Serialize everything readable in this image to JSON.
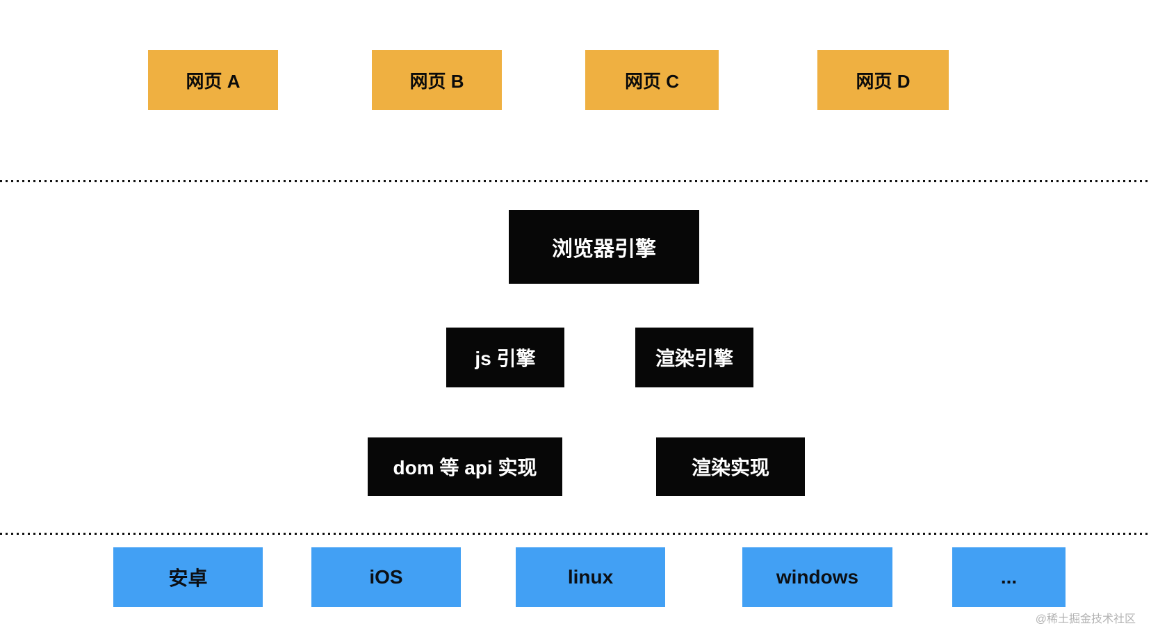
{
  "colors": {
    "bg": "#ffffff",
    "webpage_box": "#efb041",
    "engine_box": "#070707",
    "platform_box": "#42a0f4",
    "dotted_line": "#111111",
    "watermark_text": "#b3b3b3"
  },
  "diagram": {
    "webpages": [
      {
        "label": "网页 A"
      },
      {
        "label": "网页 B"
      },
      {
        "label": "网页 C"
      },
      {
        "label": "网页 D"
      }
    ],
    "browser_engine": {
      "label": "浏览器引擎"
    },
    "sub_engines": [
      {
        "label": "js 引擎"
      },
      {
        "label": "渲染引擎"
      }
    ],
    "implementations": [
      {
        "label": "dom 等 api 实现"
      },
      {
        "label": "渲染实现"
      }
    ],
    "platforms": [
      {
        "label": "安卓"
      },
      {
        "label": "iOS"
      },
      {
        "label": "linux"
      },
      {
        "label": "windows"
      },
      {
        "label": "..."
      }
    ],
    "watermark": "@稀土掘金技术社区"
  }
}
